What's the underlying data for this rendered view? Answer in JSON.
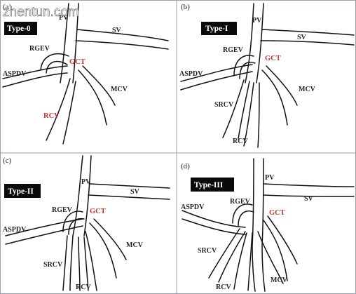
{
  "watermark": "zhentun.com",
  "panels": [
    {
      "letter": "(a)",
      "type_label": "Type-0",
      "labels": {
        "pv": "PV",
        "sv": "SV",
        "rgev": "RGEV",
        "gct": "GCT",
        "aspdv": "ASPDV",
        "mcv": "MCV",
        "rcv": "RCV"
      },
      "red_labels": [
        "gct",
        "rcv"
      ]
    },
    {
      "letter": "(b)",
      "type_label": "Type-I",
      "labels": {
        "pv": "PV",
        "sv": "SV",
        "rgev": "RGEV",
        "gct": "GCT",
        "aspdv": "ASPDV",
        "mcv": "MCV",
        "srcv": "SRCV",
        "rcv": "RCV"
      },
      "red_labels": [
        "gct"
      ]
    },
    {
      "letter": "(c)",
      "type_label": "Type-II",
      "labels": {
        "pv": "PV",
        "sv": "SV",
        "rgev": "RGEV",
        "gct": "GCT",
        "aspdv": "ASPDV",
        "mcv": "MCV",
        "srcv": "SRCV",
        "rcv": "RCV"
      },
      "red_labels": [
        "gct"
      ]
    },
    {
      "letter": "(d)",
      "type_label": "Type-III",
      "labels": {
        "pv": "PV",
        "sv": "SV",
        "rgev": "RGEV",
        "gct": "GCT",
        "aspdv": "ASPDV",
        "mcv": "MCV",
        "srcv": "SRCV",
        "rcv": "RCV"
      },
      "red_labels": [
        "gct"
      ]
    }
  ]
}
